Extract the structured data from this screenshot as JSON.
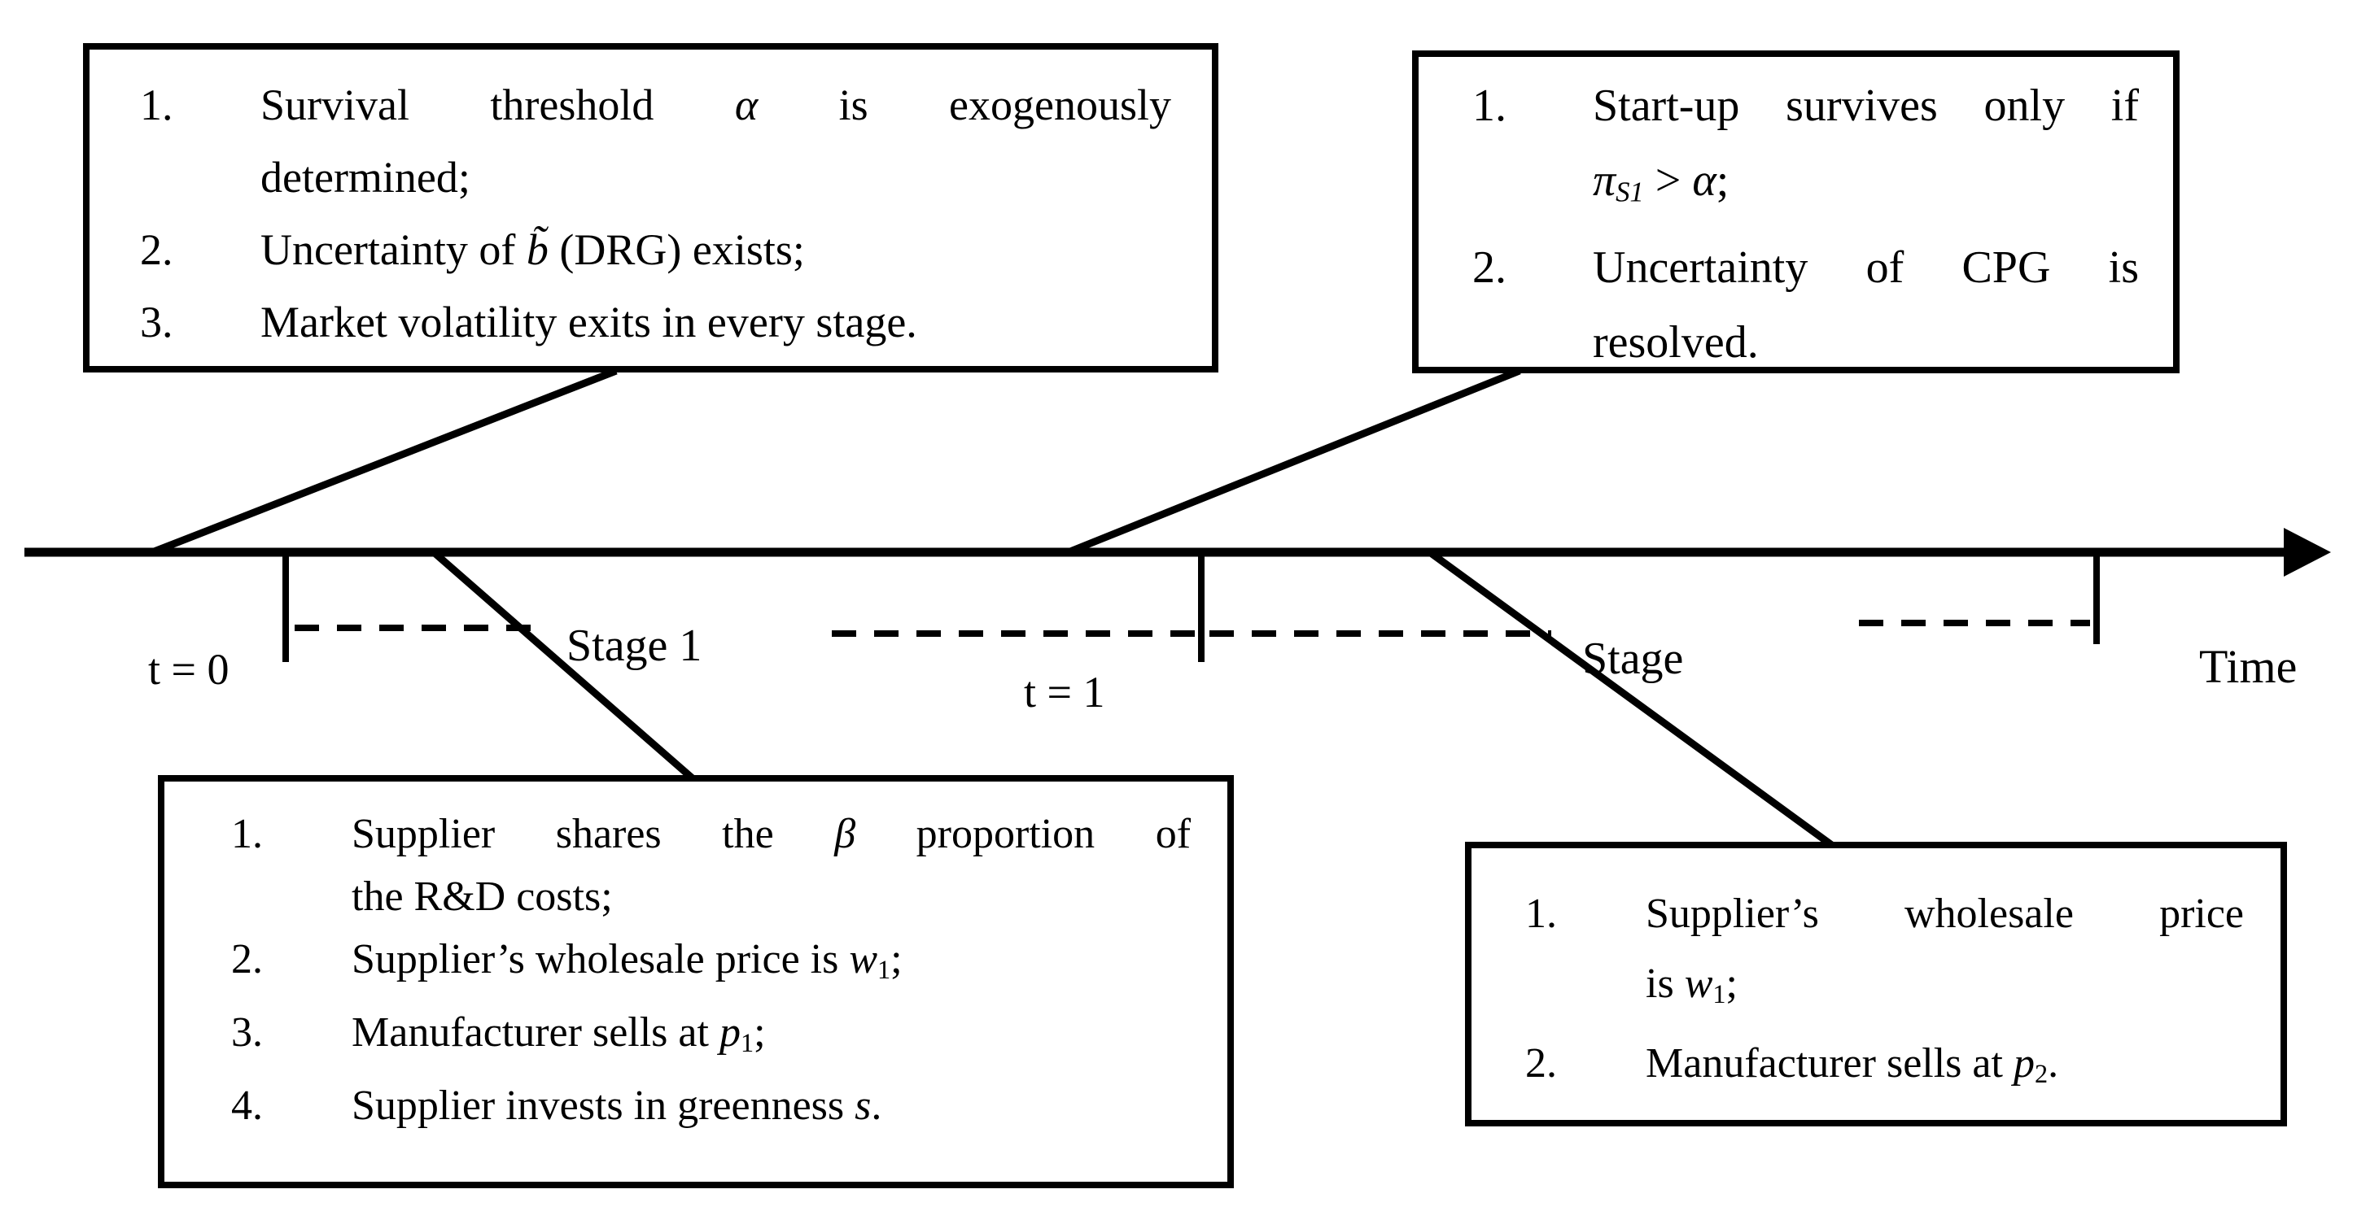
{
  "page": {
    "background": "#ffffff",
    "ink": "#000000"
  },
  "boxes": [
    {
      "id": "t0-assumptions-box",
      "items": [
        {
          "num": "1.",
          "lines": [
            {
              "just": true,
              "seg": [
                {
                  "t": "Survival threshold "
                },
                {
                  "t": "α",
                  "s": "math"
                },
                {
                  "t": " is exogenously"
                }
              ]
            },
            {
              "just": false,
              "seg": [
                {
                  "t": "determined;"
                }
              ]
            }
          ]
        },
        {
          "num": "2.",
          "lines": [
            {
              "just": false,
              "seg": [
                {
                  "t": "Uncertainty of "
                },
                {
                  "t": "b̃",
                  "s": "math"
                },
                {
                  "t": " (DRG) exists;"
                }
              ]
            }
          ]
        },
        {
          "num": "3.",
          "lines": [
            {
              "just": false,
              "seg": [
                {
                  "t": "Market volatility exits in every stage."
                }
              ]
            }
          ]
        }
      ]
    },
    {
      "id": "t1-events-box",
      "items": [
        {
          "num": "1.",
          "lines": [
            {
              "just": true,
              "seg": [
                {
                  "t": "Start-up survives only if"
                }
              ]
            },
            {
              "just": false,
              "seg": [
                {
                  "t": "π",
                  "s": "math"
                },
                {
                  "t": "S1",
                  "s": "math sub"
                },
                {
                  "t": " > "
                },
                {
                  "t": "α",
                  "s": "math"
                },
                {
                  "t": ";"
                }
              ]
            }
          ]
        },
        {
          "num": "2.",
          "lines": [
            {
              "just": true,
              "seg": [
                {
                  "t": "Uncertainty of CPG is"
                }
              ]
            },
            {
              "just": false,
              "seg": [
                {
                  "t": "resolved."
                }
              ]
            }
          ]
        }
      ]
    },
    {
      "id": "stage1-decisions-box",
      "items": [
        {
          "num": "1.",
          "lines": [
            {
              "just": true,
              "seg": [
                {
                  "t": "Supplier shares the "
                },
                {
                  "t": "β",
                  "s": "math"
                },
                {
                  "t": " proportion of"
                }
              ]
            },
            {
              "just": false,
              "seg": [
                {
                  "t": "the R&D costs;"
                }
              ]
            }
          ]
        },
        {
          "num": "2.",
          "lines": [
            {
              "just": false,
              "seg": [
                {
                  "t": "Supplier’s wholesale price is "
                },
                {
                  "t": "w",
                  "s": "math"
                },
                {
                  "t": "1",
                  "s": "sub"
                },
                {
                  "t": ";"
                }
              ]
            }
          ]
        },
        {
          "num": "3.",
          "lines": [
            {
              "just": false,
              "seg": [
                {
                  "t": "Manufacturer sells at "
                },
                {
                  "t": "p",
                  "s": "math"
                },
                {
                  "t": "1",
                  "s": "sub"
                },
                {
                  "t": ";"
                }
              ]
            }
          ]
        },
        {
          "num": "4.",
          "lines": [
            {
              "just": false,
              "seg": [
                {
                  "t": "Supplier invests in greenness "
                },
                {
                  "t": "s",
                  "s": "math"
                },
                {
                  "t": "."
                }
              ]
            }
          ]
        }
      ]
    },
    {
      "id": "stage2-decisions-box",
      "items": [
        {
          "num": "1.",
          "lines": [
            {
              "just": true,
              "seg": [
                {
                  "t": "Supplier’s wholesale price"
                }
              ]
            },
            {
              "just": false,
              "seg": [
                {
                  "t": "is "
                },
                {
                  "t": "w",
                  "s": "math"
                },
                {
                  "t": "1",
                  "s": "sub"
                },
                {
                  "t": ";"
                }
              ]
            }
          ]
        },
        {
          "num": "2.",
          "lines": [
            {
              "just": false,
              "seg": [
                {
                  "t": "Manufacturer sells at "
                },
                {
                  "t": "p",
                  "s": "math"
                },
                {
                  "t": "2",
                  "s": "sub"
                },
                {
                  "t": "."
                }
              ]
            }
          ]
        }
      ]
    }
  ],
  "timeline": {
    "t0_label": "t = 0",
    "stage1_label": "Stage 1",
    "t1_label": "t = 1",
    "stage2_label": "Stage",
    "time_label": "Time"
  }
}
